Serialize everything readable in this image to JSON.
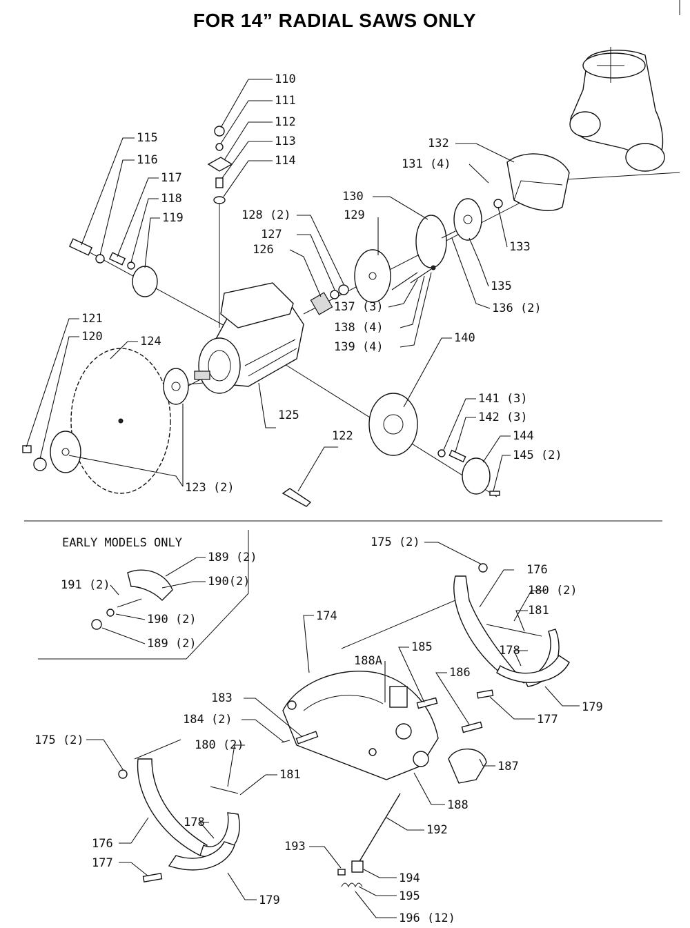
{
  "title": "FOR 14” RADIAL SAWS ONLY",
  "inset_heading": "EARLY MODELS ONLY",
  "labels": {
    "p110": "110",
    "p111": "111",
    "p112": "112",
    "p113": "113",
    "p114": "114",
    "p115": "115",
    "p116": "116",
    "p117": "117",
    "p118": "118",
    "p119": "119",
    "p121": "121",
    "p120": "120",
    "p124": "124",
    "p123": "123 (2)",
    "p125": "125",
    "p126": "126",
    "p127": "127",
    "p128": "128 (2)",
    "p129": "129",
    "p130": "130",
    "p131": "131 (4)",
    "p132": "132",
    "p133": "133",
    "p135": "135",
    "p136": "136 (2)",
    "p137": "137 (3)",
    "p138": "138 (4)",
    "p139": "139 (4)",
    "p140": "140",
    "p141": "141 (3)",
    "p142": "142 (3)",
    "p144": "144",
    "p145": "145 (2)",
    "p122": "122",
    "p189a": "189 (2)",
    "p190a": "190(2)",
    "p191": "191 (2)",
    "p190b": "190 (2)",
    "p189b": "189 (2)",
    "p175a": "175 (2)",
    "p176a": "176",
    "p180a": "180 (2)",
    "p181a": "181",
    "p178a": "178",
    "p177a": "177",
    "p179a": "179",
    "p174": "174",
    "p185": "185",
    "p188A": "188A",
    "p186": "186",
    "p183": "183",
    "p184": "184 (2)",
    "p187": "187",
    "p188": "188",
    "p175b": "175 (2)",
    "p180b": "180 (2)",
    "p181b": "181",
    "p178b": "178",
    "p176b": "176",
    "p177b": "177",
    "p179b": "179",
    "p192": "192",
    "p193": "193",
    "p194": "194",
    "p195": "195",
    "p196": "196 (12)"
  }
}
